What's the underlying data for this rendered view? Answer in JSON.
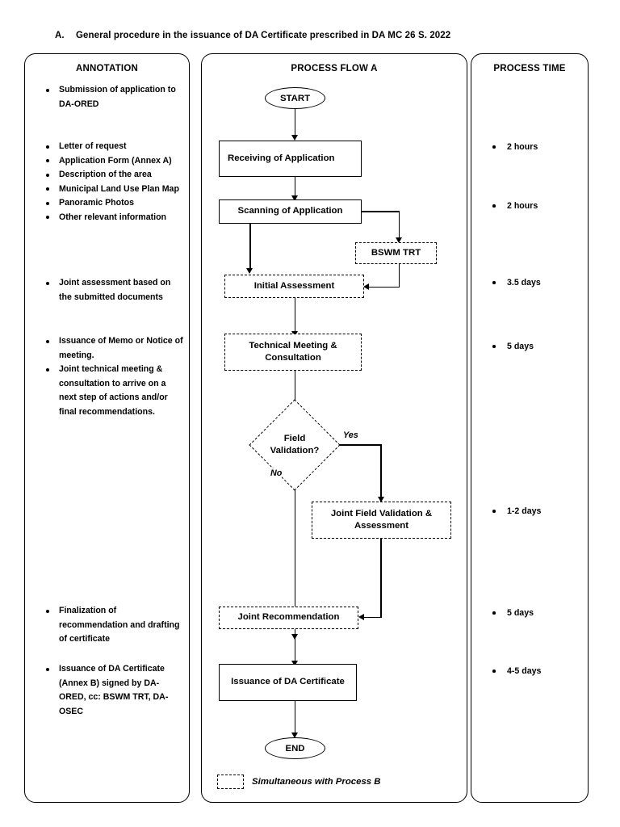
{
  "document": {
    "title_letter": "A.",
    "title": "General procedure in the issuance of DA Certificate prescribed in DA MC 26 S. 2022"
  },
  "annotation_panel": {
    "heading": "ANNOTATION",
    "groups": [
      {
        "items": [
          "Submission of application to DA-ORED"
        ]
      },
      {
        "items": [
          "Letter of request",
          "Application Form (Annex A)",
          "Description of the area",
          "Municipal Land Use Plan Map",
          "Panoramic Photos",
          "Other relevant information"
        ]
      },
      {
        "items": [
          "Joint assessment based on the submitted documents"
        ]
      },
      {
        "items": [
          "Issuance of Memo or Notice of meeting.",
          "Joint technical meeting & consultation to arrive on a next step of actions and/or final recommendations."
        ]
      },
      {
        "items": [
          "Finalization of recommendation and drafting of  certificate"
        ]
      },
      {
        "items": [
          "Issuance of DA Certificate (Annex B) signed by DA-ORED, cc: BSWM TRT, DA-OSEC"
        ]
      }
    ]
  },
  "process_panel": {
    "heading": "PROCESS FLOW A",
    "nodes": {
      "start": "START",
      "receiving": "Receiving of Application",
      "scanning": "Scanning of Application",
      "bswm": "BSWM TRT",
      "initial_assessment": "Initial Assessment",
      "technical_meeting": "Technical Meeting & Consultation",
      "decision": "Field Validation?",
      "field_validation": "Joint Field Validation & Assessment",
      "joint_recommendation": "Joint Recommendation",
      "issuance": "Issuance of DA Certificate",
      "end": "END"
    },
    "edge_labels": {
      "yes": "Yes",
      "no": "No"
    },
    "legend": {
      "text": "Simultaneous with Process B"
    }
  },
  "time_panel": {
    "heading": "PROCESS TIME",
    "items": [
      "2 hours",
      "2 hours",
      "3.5 days",
      "5 days",
      "1-2 days",
      "5 days",
      "4-5 days"
    ]
  },
  "colors": {
    "ink": "#000000",
    "paper": "#ffffff"
  }
}
